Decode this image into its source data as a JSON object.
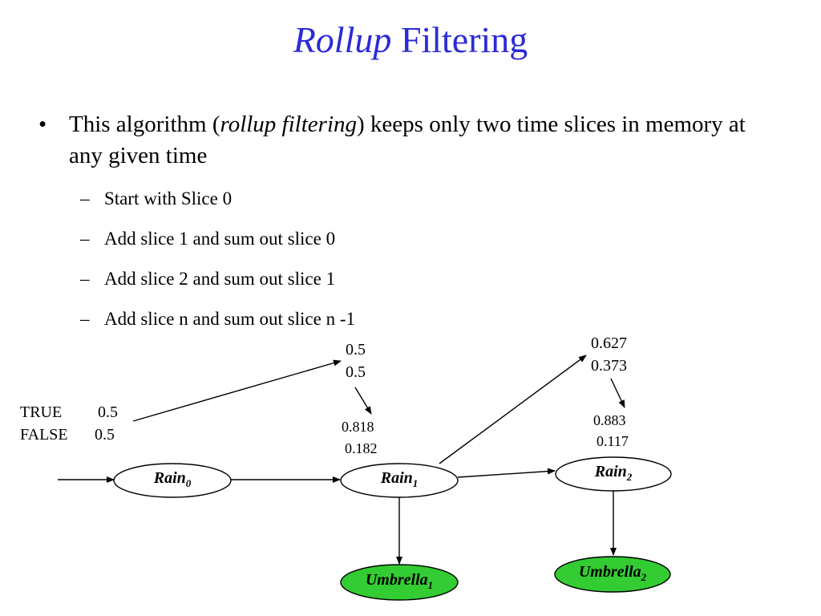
{
  "slide": {
    "title_italic": "Rollup",
    "title_rest": " Filtering",
    "bullet_pre": "This algorithm (",
    "bullet_italic": "rollup filtering",
    "bullet_post": ") keeps only two time slices in memory at any given time",
    "subbullets": [
      "Start with Slice 0",
      "Add slice 1 and sum out slice 0",
      "Add slice 2 and sum out slice 1",
      "Add slice n and sum out slice n -1"
    ],
    "dash": "–",
    "bullet_mark": "•"
  },
  "diagram": {
    "prior": {
      "true_label": "TRUE",
      "true_val": "0.5",
      "false_label": "FALSE",
      "false_val": "0.5"
    },
    "pred1": [
      "0.5",
      "0.5"
    ],
    "filt1": [
      "0.818",
      "0.182"
    ],
    "pred2": [
      "0.627",
      "0.373"
    ],
    "filt2": [
      "0.883",
      "0.117"
    ],
    "nodes": {
      "rain0": {
        "name": "Rain",
        "sub": "0"
      },
      "rain1": {
        "name": "Rain",
        "sub": "1"
      },
      "rain2": {
        "name": "Rain",
        "sub": "2"
      },
      "umb1": {
        "name": "Umbrella",
        "sub": "1"
      },
      "umb2": {
        "name": "Umbrella",
        "sub": "2"
      }
    },
    "colors": {
      "evidence_fill": "#33cc33",
      "title": "#2b2bd6"
    }
  }
}
